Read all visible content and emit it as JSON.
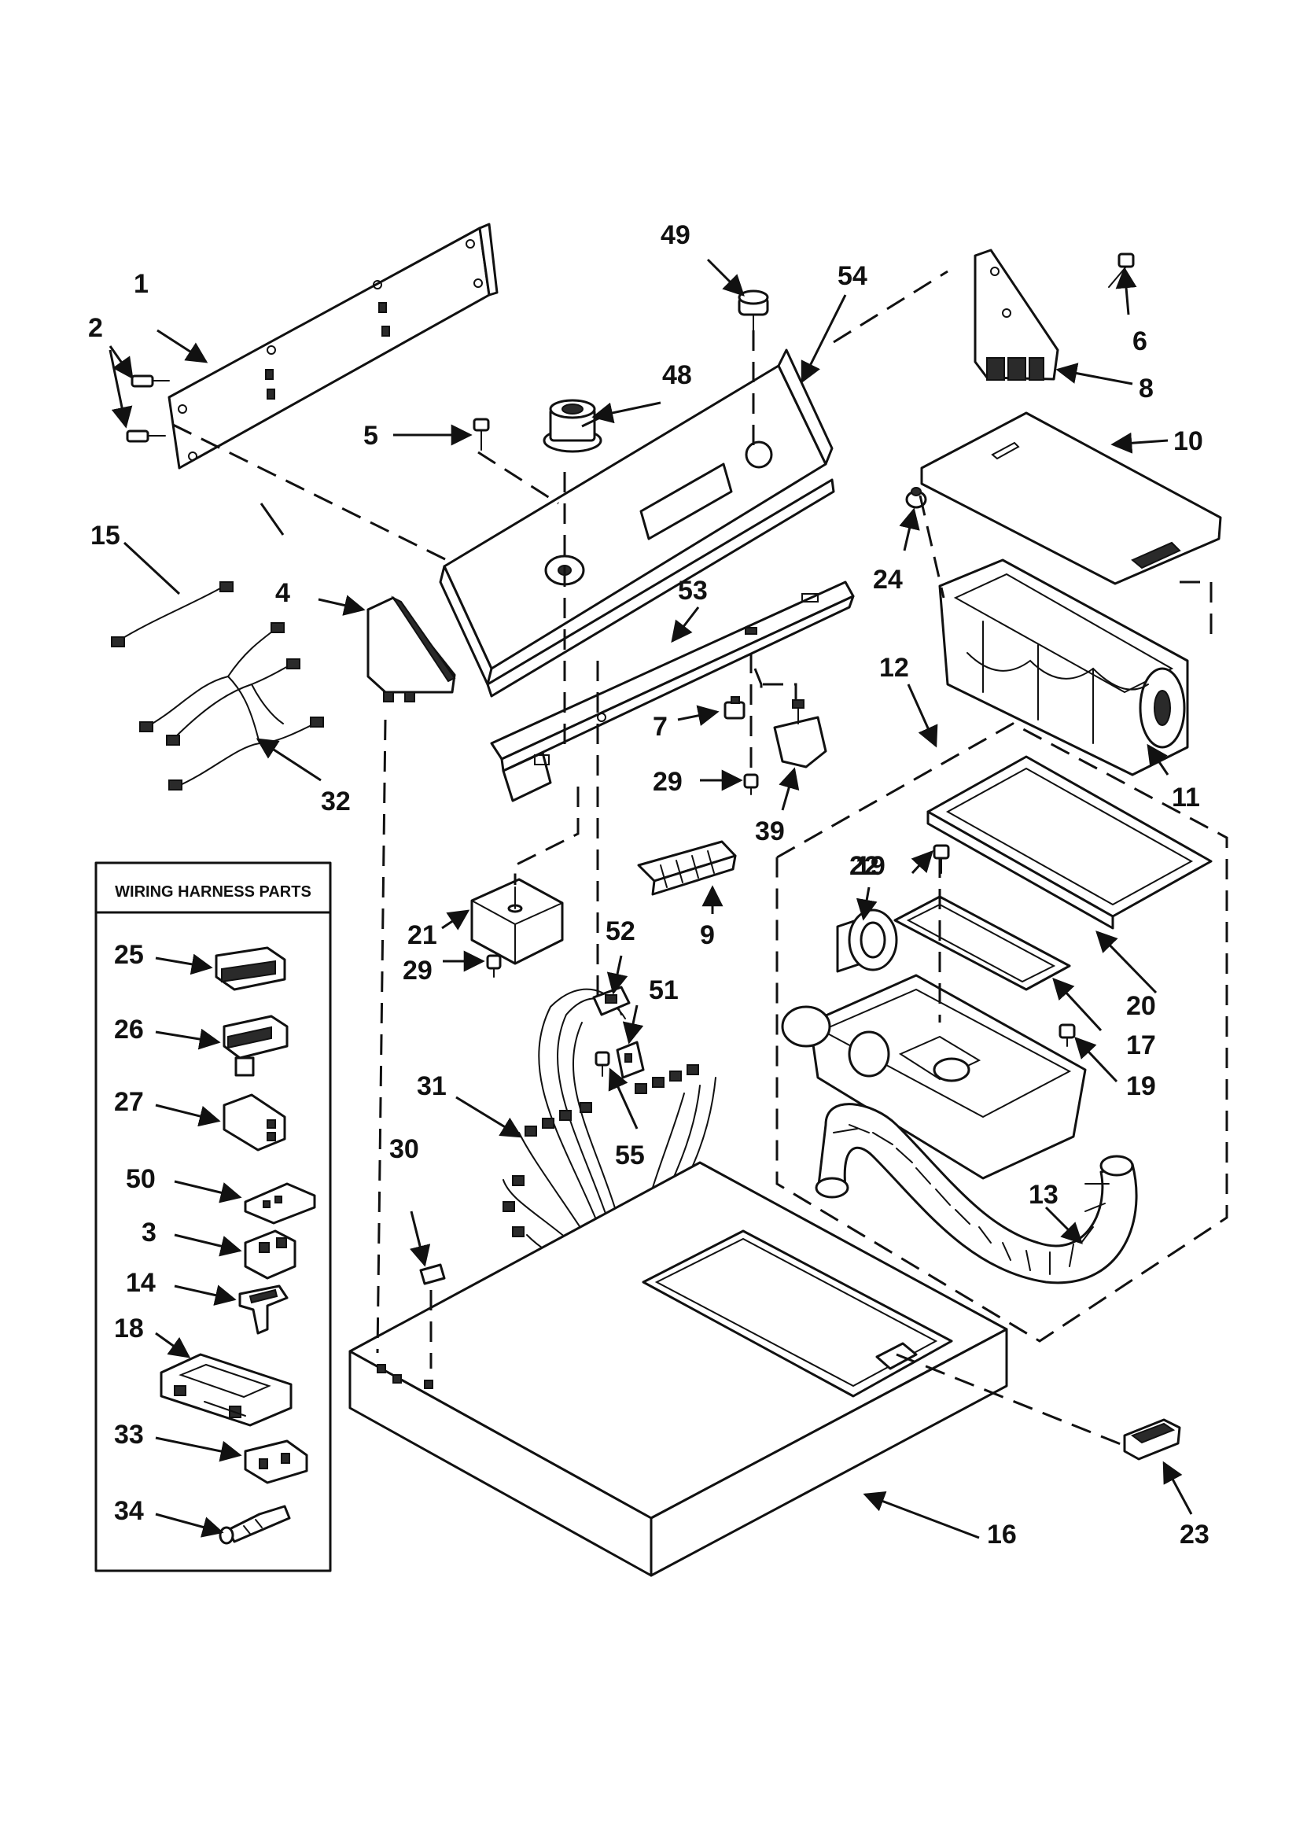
{
  "harness_box": {
    "title": "WIRING HARNESS PARTS"
  },
  "callouts": {
    "c1": "1",
    "c2": "2",
    "c3": "3",
    "c4": "4",
    "c5": "5",
    "c6": "6",
    "c7": "7",
    "c8": "8",
    "c9": "9",
    "c10": "10",
    "c11": "11",
    "c12": "12",
    "c13": "13",
    "c14": "14",
    "c15": "15",
    "c16": "16",
    "c17": "17",
    "c18": "18",
    "c19a": "19",
    "c19b": "19",
    "c20": "20",
    "c21": "21",
    "c22": "22",
    "c23": "23",
    "c24": "24",
    "c25": "25",
    "c26": "26",
    "c27": "27",
    "c29a": "29",
    "c29b": "29",
    "c30": "30",
    "c31": "31",
    "c32": "32",
    "c33": "33",
    "c34": "34",
    "c39": "39",
    "c48": "48",
    "c49": "49",
    "c50": "50",
    "c51": "51",
    "c52": "52",
    "c53": "53",
    "c54": "54",
    "c55": "55"
  },
  "colors": {
    "line": "#111111",
    "background": "#ffffff"
  }
}
